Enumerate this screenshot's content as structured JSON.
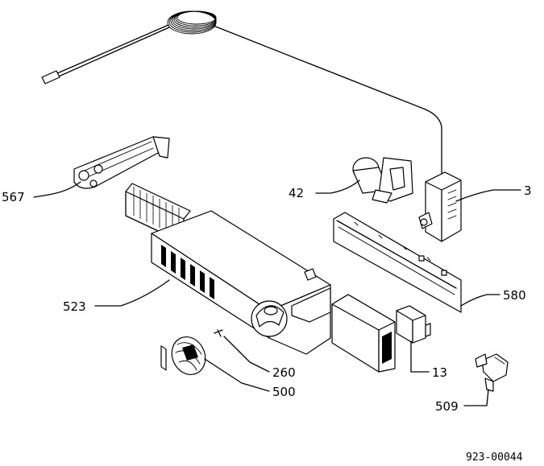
{
  "labels": {
    "567": "567",
    "42": "42",
    "3": "3",
    "580": "580",
    "523": "523",
    "260": "260",
    "500": "500",
    "13": "13",
    "509": "509"
  },
  "drawing_number": "923-00044"
}
